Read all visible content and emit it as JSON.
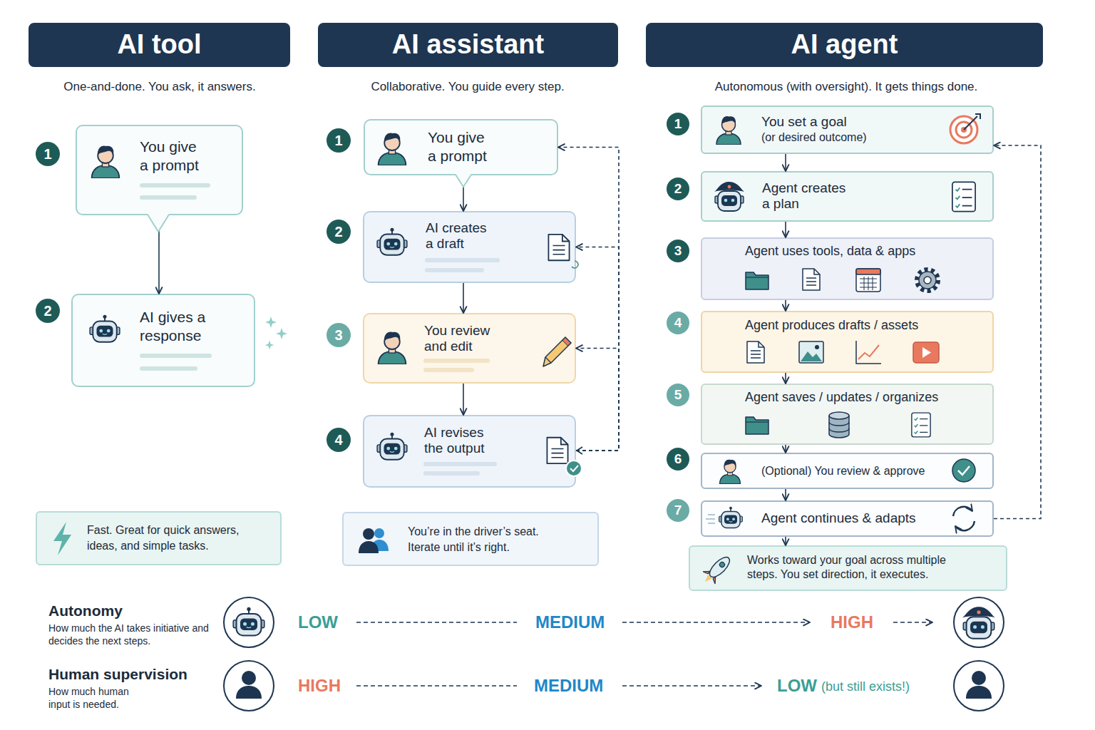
{
  "diagram": {
    "nodes": [
      {
        "text": [
          "AI tool"
        ]
      },
      {
        "text": [
          "You give a prompt"
        ]
      },
      {
        "text": [
          "AI gives a response"
        ]
      },
      {
        "text": [
          "Fast. Great for quick answers, ideas, and simple tasks."
        ]
      },
      {
        "text": [
          "AI assistant"
        ]
      },
      {
        "text": [
          "You give a prompt"
        ]
      },
      {
        "text": [
          "AI creates a draft"
        ]
      },
      {
        "text": [
          "You review and edit"
        ]
      },
      {
        "text": [
          "AI revises the output"
        ]
      },
      {
        "text": [
          "You’re in the driver’s seat. Iterate until it’s right."
        ]
      },
      {
        "text": [
          "AI agent"
        ]
      },
      {
        "text": [
          "You set a goal",
          "(or desired outcome)"
        ]
      },
      {
        "text": [
          "Agent creates a plan"
        ]
      },
      {
        "text": [
          "Agent uses tools, data & apps"
        ]
      },
      {
        "text": [
          "Agent produces drafts / assets"
        ]
      },
      {
        "text": [
          "Agent saves / updates / organizes"
        ]
      },
      {
        "text": [
          "(Optional) You review & approve"
        ]
      },
      {
        "text": [
          "Agent continues & adapts"
        ]
      },
      {
        "text": [
          "Works toward your goal across multiple steps. You set direction, it executes."
        ]
      }
    ],
    "edges": [
      {
        "from": 1,
        "to": 2,
        "arrow": "to"
      },
      {
        "from": 5,
        "to": 6,
        "arrow": "to"
      },
      {
        "from": 6,
        "to": 7,
        "arrow": "to"
      },
      {
        "from": 7,
        "to": 8,
        "arrow": "to"
      },
      {
        "from": 8,
        "to": 5,
        "arrow": "to"
      },
      {
        "from": 8,
        "to": 6,
        "arrow": "to"
      },
      {
        "from": 8,
        "to": 7,
        "arrow": "to"
      },
      {
        "from": 11,
        "to": 12,
        "arrow": "to"
      },
      {
        "from": 12,
        "to": 13,
        "arrow": "to"
      },
      {
        "from": 13,
        "to": 14,
        "arrow": "to"
      },
      {
        "from": 14,
        "to": 15,
        "arrow": "to"
      },
      {
        "from": 15,
        "to": 16,
        "arrow": "to"
      },
      {
        "from": 16,
        "to": 17,
        "arrow": "to"
      },
      {
        "from": 17,
        "to": 18,
        "arrow": "to"
      },
      {
        "from": 17,
        "to": 11,
        "arrow": "to"
      }
    ],
    "labels": [
      "One-and-done. You ask, it answers.",
      "Collaborative. You guide every step.",
      "Autonomous (with oversight). It gets things done.",
      "1",
      "2",
      "1",
      "2",
      "3",
      "4",
      "1",
      "2",
      "3",
      "4",
      "5",
      "6",
      "7",
      "Autonomy",
      "How much the AI takes initiative and decides the next steps.",
      "LOW",
      "MEDIUM",
      "HIGH",
      "Human supervision",
      "How much human input is needed.",
      "HIGH",
      "MEDIUM",
      "LOW",
      "(but still exists!)"
    ]
  }
}
